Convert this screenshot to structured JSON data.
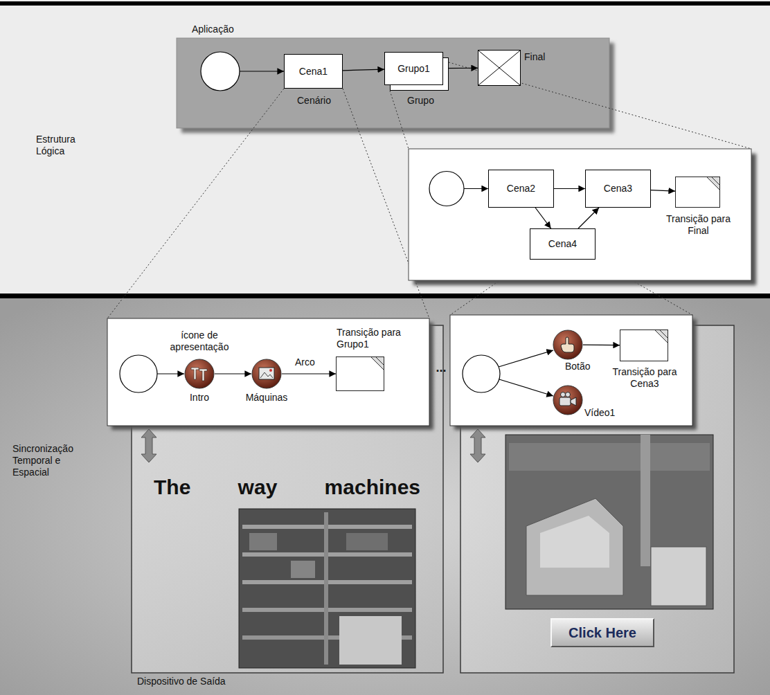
{
  "diagram": {
    "nodes": [
      {
        "text": [
          "Aplicação"
        ]
      },
      {
        "text": [
          "Cena1",
          "Cenário"
        ],
        "in": 0
      },
      {
        "text": [
          "Grupo1",
          "Grupo"
        ],
        "in": 0
      },
      {
        "text": [
          "Final"
        ],
        "in": 0
      },
      {
        "text": [
          "Cena2"
        ]
      },
      {
        "text": [
          "Cena3"
        ]
      },
      {
        "text": [
          "Cena4"
        ]
      },
      {
        "text": [
          "Transição para Final"
        ]
      },
      {
        "text": [
          "ícone de apresentação",
          "Intro"
        ]
      },
      {
        "text": [
          "Máquinas"
        ]
      },
      {
        "text": [
          "Transição para Grupo1"
        ]
      },
      {
        "text": [
          "Botão"
        ]
      },
      {
        "text": [
          "Transição para Cena3"
        ]
      },
      {
        "text": [
          "Vídeo1"
        ]
      },
      {
        "text": [
          "Click Here"
        ]
      }
    ],
    "edges": [
      {
        "from": 1,
        "to": 2,
        "arrow": "to"
      },
      {
        "from": 2,
        "to": 3,
        "arrow": "to"
      },
      {
        "from": 4,
        "to": 5,
        "arrow": "to"
      },
      {
        "from": 4,
        "to": 6,
        "arrow": "to"
      },
      {
        "from": 6,
        "to": 5,
        "arrow": "to"
      },
      {
        "from": 5,
        "to": 7,
        "arrow": "to"
      },
      {
        "from": 8,
        "to": 9,
        "arrow": "to"
      },
      {
        "from": 9,
        "to": 10,
        "label": "Arco",
        "arrow": "to"
      },
      {
        "from": 11,
        "to": 12,
        "arrow": "to"
      }
    ],
    "labels": [
      "Estrutura Lógica",
      "Sincronização Temporal e Espacial",
      "...",
      "The way machines",
      "Dispositivo de Saída"
    ]
  }
}
